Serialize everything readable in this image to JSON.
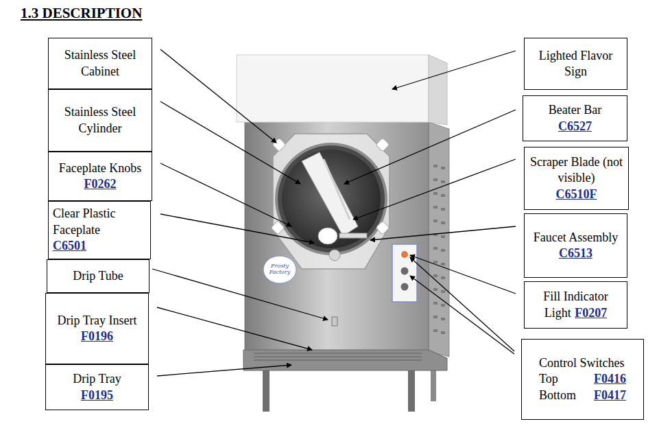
{
  "diagram": {
    "title": "1.3 DESCRIPTION",
    "nodes": [
      {
        "text": [
          "Stainless Steel Cabinet"
        ]
      },
      {
        "text": [
          "Stainless Steel Cylinder"
        ]
      },
      {
        "text": [
          "Faceplate Knobs",
          "F0262"
        ]
      },
      {
        "text": [
          "Clear Plastic Faceplate",
          "C6501"
        ]
      },
      {
        "text": [
          "Drip Tube"
        ]
      },
      {
        "text": [
          "Drip Tray Insert",
          "F0196"
        ]
      },
      {
        "text": [
          "Drip Tray",
          "F0195"
        ]
      },
      {
        "text": [
          "Lighted Flavor Sign"
        ]
      },
      {
        "text": [
          "Beater Bar",
          "C6527"
        ]
      },
      {
        "text": [
          "Scraper Blade (not visible)",
          "C6510F"
        ]
      },
      {
        "text": [
          "Faucet Assembly",
          "C6513"
        ]
      },
      {
        "text": [
          "Fill Indicator Light",
          "F0207"
        ]
      },
      {
        "text": [
          "Control Switches",
          "Top",
          "F0416",
          "Bottom",
          "F0417"
        ]
      }
    ],
    "labels": [
      "Frosty Factory"
    ]
  }
}
